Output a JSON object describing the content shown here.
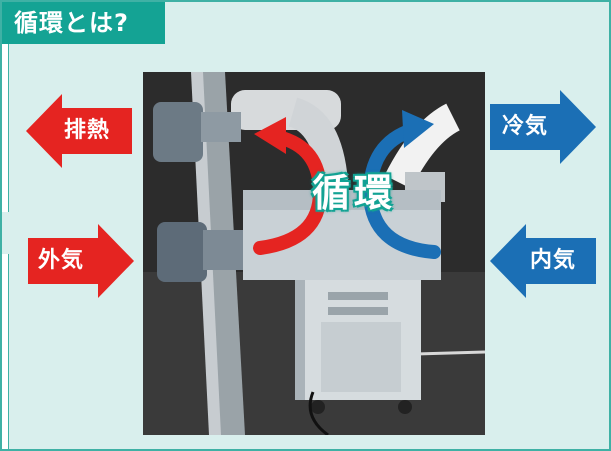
{
  "title": "循環とは?",
  "labels": {
    "exhaust": "排熱",
    "outside_air": "外気",
    "cool_air": "冷気",
    "inside_air": "内気",
    "circulation": "循環"
  },
  "colors": {
    "frame_bg": "#d9efed",
    "frame_border": "#3fb1a5",
    "title_bg": "#14a394",
    "red_arrow": "#e52421",
    "blue_arrow": "#1b6fb5"
  },
  "icons": [
    "left-arrow-icon",
    "right-arrow-icon",
    "curved-red-arrow-icon",
    "curved-blue-arrow-icon"
  ]
}
